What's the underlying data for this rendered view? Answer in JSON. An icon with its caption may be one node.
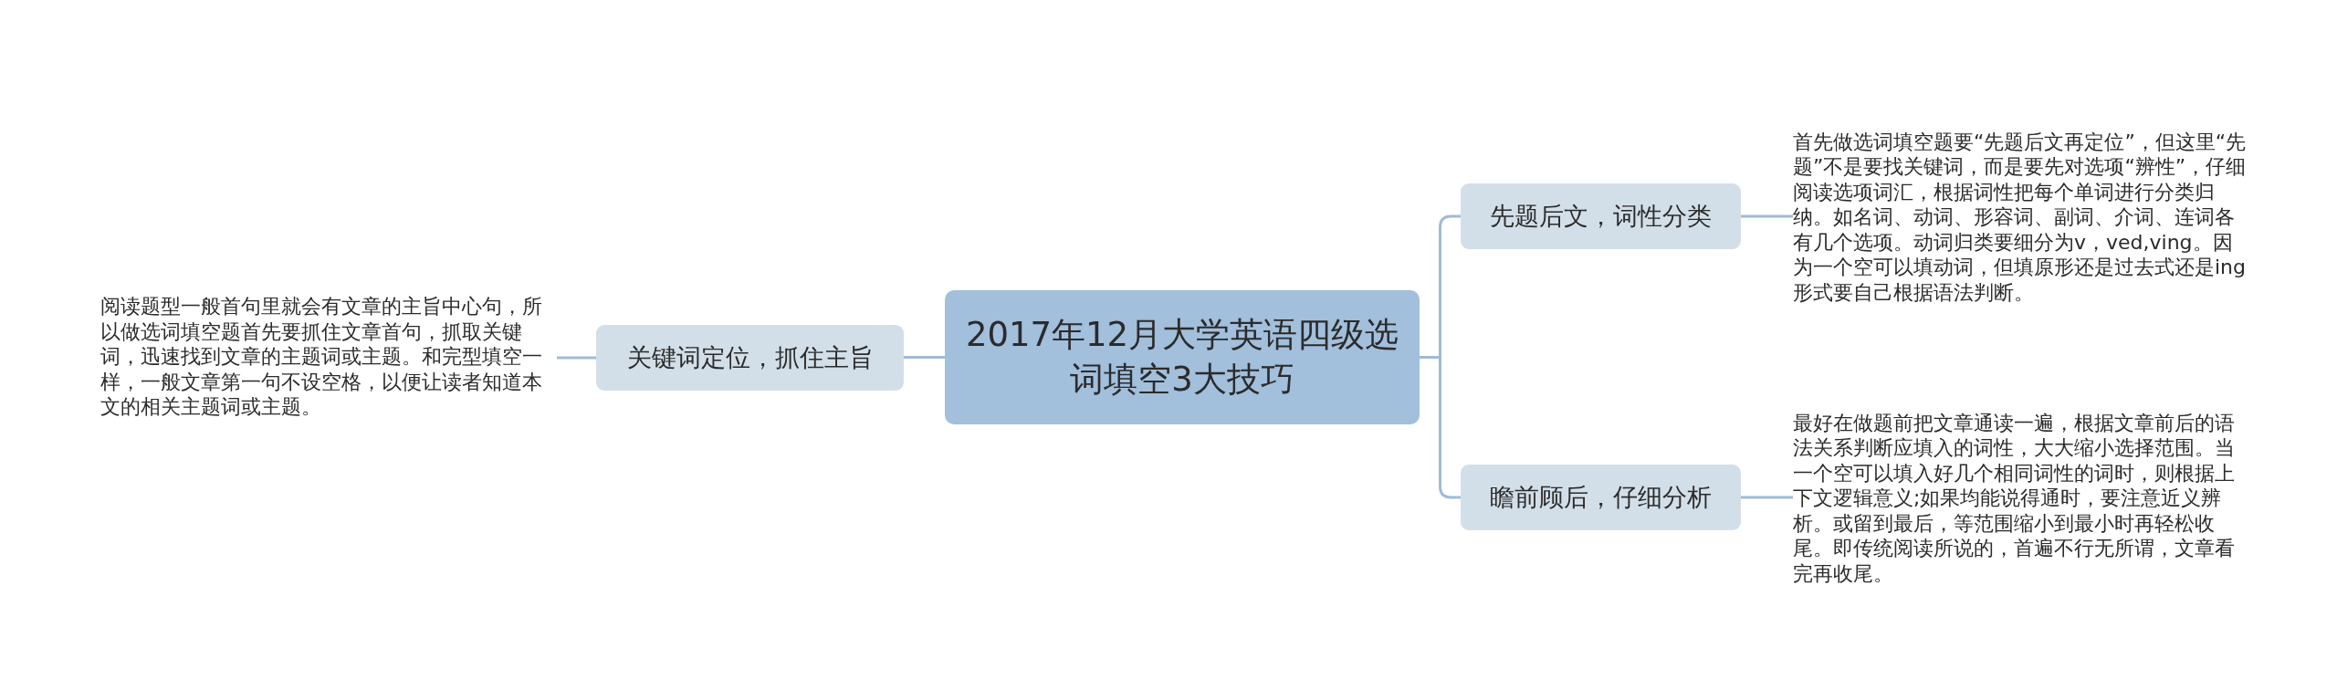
{
  "diagram": {
    "nodes": [
      {
        "text": [
          "2017年12月大学英语四级选词填空3大技巧"
        ]
      },
      {
        "text": [
          "关键词定位，抓住主旨"
        ]
      },
      {
        "text": [
          "阅读题型一般首句里就会有文章的主旨中心句，所以做选词填空题首先要抓住文章首句，抓取关键词，迅速找到文章的主题词或主题。和完型填空一样，一般文章第一句不设空格，以便让读者知道本文的相关主题词或主题。"
        ]
      },
      {
        "text": [
          "先题后文，词性分类"
        ]
      },
      {
        "text": [
          "首先做选词填空题要“先题后文再定位”，但这里“先题”不是要找关键词，而是要先对选项“辨性”，仔细阅读选项词汇，根据词性把每个单词进行分类归纳。如名词、动词、形容词、副词、介词、连词各有几个选项。动词归类要细分为v，ved,ving。因为一个空可以填动词，但填原形还是过去式还是ing形式要自己根据语法判断。"
        ]
      },
      {
        "text": [
          "瞻前顾后，仔细分析"
        ]
      },
      {
        "text": [
          "最好在做题前把文章通读一遍，根据文章前后的语法关系判断应填入的词性，大大缩小选择范围。当一个空可以填入好几个相同词性的词时，则根据上下文逻辑意义;如果均能说得通时，要注意近义辨析。或留到最后，等范围缩小到最小时再轻松收尾。即传统阅读所说的，首遍不行无所谓，文章看完再收尾。"
        ]
      }
    ],
    "edges": [
      {
        "from": 0,
        "to": 1,
        "arrow": "none"
      },
      {
        "from": 1,
        "to": 2,
        "arrow": "none"
      },
      {
        "from": 0,
        "to": 3,
        "arrow": "none"
      },
      {
        "from": 3,
        "to": 4,
        "arrow": "none"
      },
      {
        "from": 0,
        "to": 5,
        "arrow": "none"
      },
      {
        "from": 5,
        "to": 6,
        "arrow": "none"
      }
    ]
  }
}
